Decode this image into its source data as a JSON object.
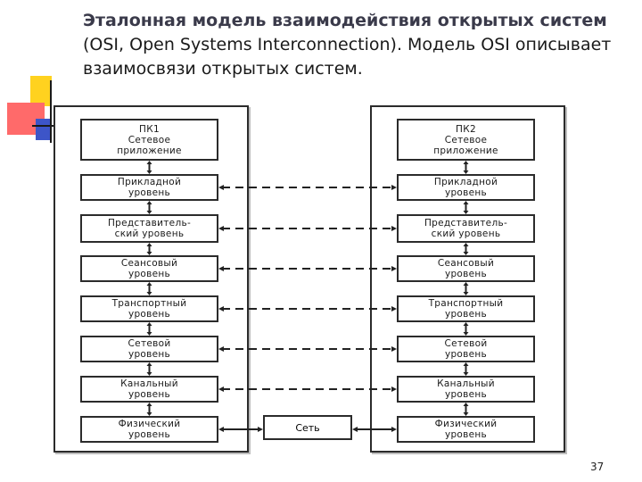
{
  "slide": {
    "title_bold": "Эталонная модель взаимодействия открытых систем",
    "title_rest": "(OSI, Open Systems Interconnection). Модель OSI описывает взаимосвязи открытых систем.",
    "page_number": "37"
  },
  "left_stack": [
    "ПК1\nСетевое\nприложение",
    "Прикладной\nуровень",
    "Представитель-\nский уровень",
    "Сеансовый\nуровень",
    "Транспортный\nуровень",
    "Сетевой\nуровень",
    "Канальный\nуровень",
    "Физический\nуровень"
  ],
  "right_stack": [
    "ПК2\nСетевое\nприложение",
    "Прикладной\nуровень",
    "Представитель-\nский уровень",
    "Сеансовый\nуровень",
    "Транспортный\nуровень",
    "Сетевой\nуровень",
    "Канальный\nуровень",
    "Физический\nуровень"
  ],
  "network_label": "Сеть"
}
